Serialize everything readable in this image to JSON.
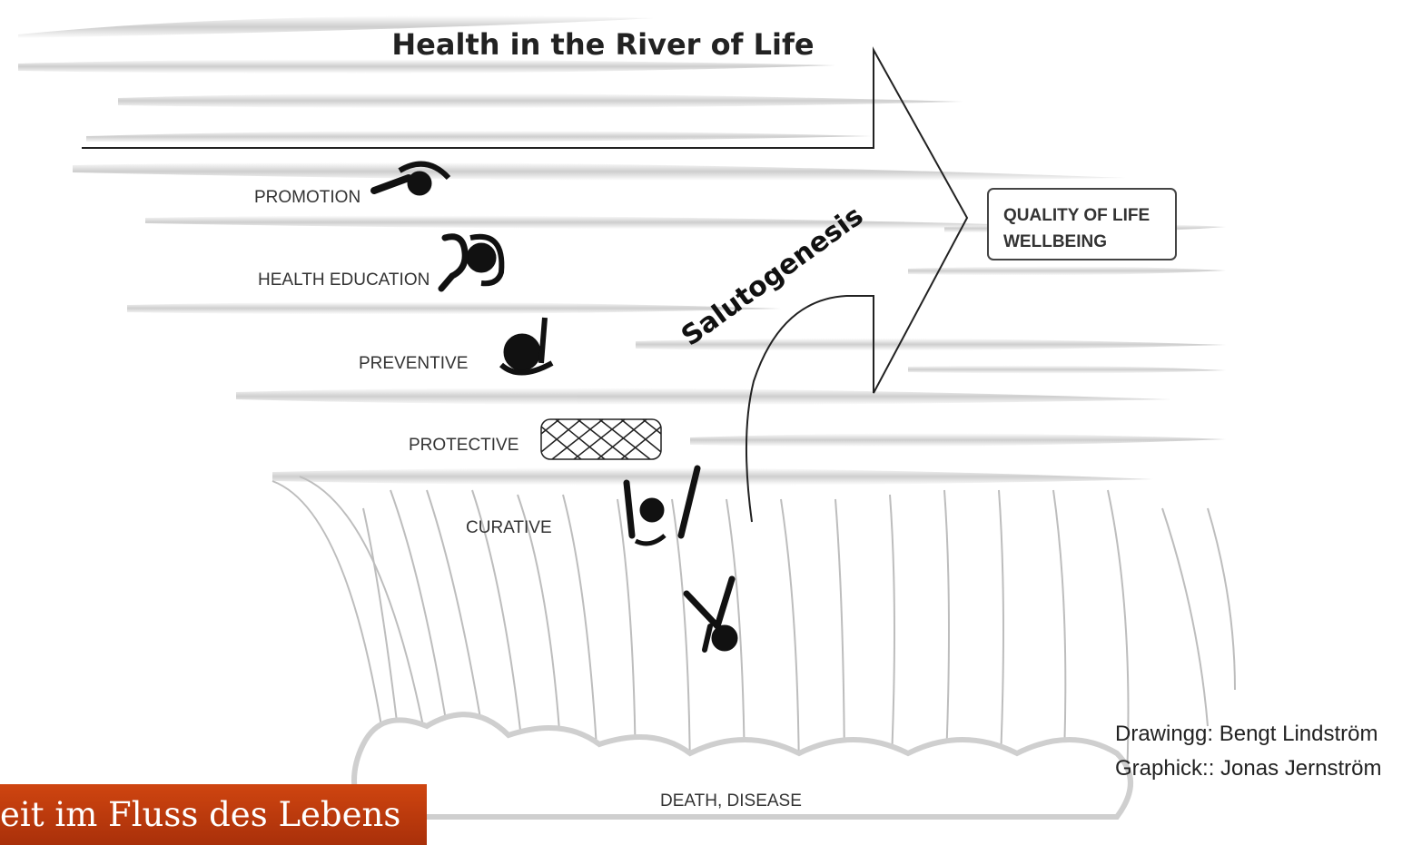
{
  "title": "Health in the River of Life",
  "levels": {
    "promotion": "PROMOTION",
    "health_education": "HEALTH EDUCATION",
    "preventive": "PREVENTIVE",
    "protective": "PROTECTIVE",
    "curative": "CURATIVE",
    "death_disease": "DEATH, DISEASE"
  },
  "salutogenesis": "Salutogenesis",
  "quality_box": {
    "line1": "QUALITY OF LIFE",
    "line2": "WELLBEING"
  },
  "credits": {
    "drawing": "Drawingg: Bengt Lindström",
    "graphic": "Graphick:: Jonas Jernström"
  },
  "banner": "eit im Fluss des Lebens",
  "colors": {
    "banner": "#b8360c",
    "ink": "#111111",
    "water": "#bdbdbd"
  }
}
